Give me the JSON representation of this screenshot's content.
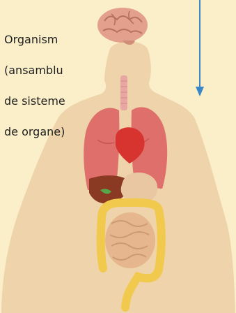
{
  "caption": {
    "lines": [
      "Organism",
      "(ansamblu",
      "de sisteme",
      "de organe)"
    ]
  },
  "arrow": {
    "direction": "down",
    "color": "#3b86c6"
  },
  "icons": [
    "body-silhouette",
    "brain-icon",
    "lungs-icon",
    "heart-icon",
    "liver-icon",
    "stomach-icon",
    "intestines-icon"
  ],
  "colors": {
    "background": "#fbefc9",
    "body": "#efd3aa",
    "lungs": "#df6f6b",
    "heart": "#d7332f",
    "liver": "#8a3a22",
    "stomach": "#e8c7a2",
    "intestines": "#e6b78e",
    "colon": "#f0c94d",
    "trachea": "#e8a7a3",
    "brain": "#e3a08c"
  }
}
